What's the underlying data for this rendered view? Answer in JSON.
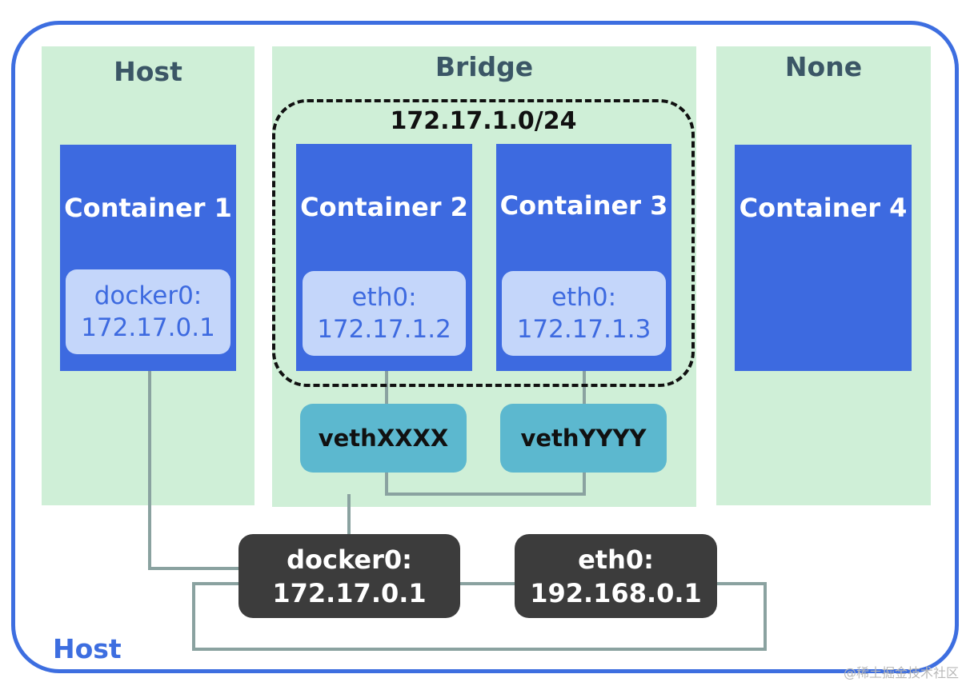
{
  "zones": {
    "host": "Host",
    "bridge": "Bridge",
    "none": "None"
  },
  "subnet": "172.17.1.0/24",
  "containers": [
    {
      "name": "Container 1",
      "iface_name": "docker0:",
      "iface_ip": "172.17.0.1"
    },
    {
      "name": "Container 2",
      "iface_name": "eth0:",
      "iface_ip": "172.17.1.2"
    },
    {
      "name": "Container 3",
      "iface_name": "eth0:",
      "iface_ip": "172.17.1.3"
    },
    {
      "name": "Container 4"
    }
  ],
  "veths": [
    "vethXXXX",
    "vethYYYY"
  ],
  "host_interfaces": [
    {
      "name": "docker0:",
      "ip": "172.17.0.1"
    },
    {
      "name": "eth0:",
      "ip": "192.168.0.1"
    }
  ],
  "host_label": "Host",
  "watermark": "@稀土掘金技术社区",
  "colors": {
    "border": "#3d6ee0",
    "zone": "#cfefd7",
    "container": "#3d6ae0",
    "interface": "#c4d6fa",
    "veth": "#5cb8cf",
    "host_interface": "#3c3c3c",
    "wire": "#8aa2a0"
  }
}
